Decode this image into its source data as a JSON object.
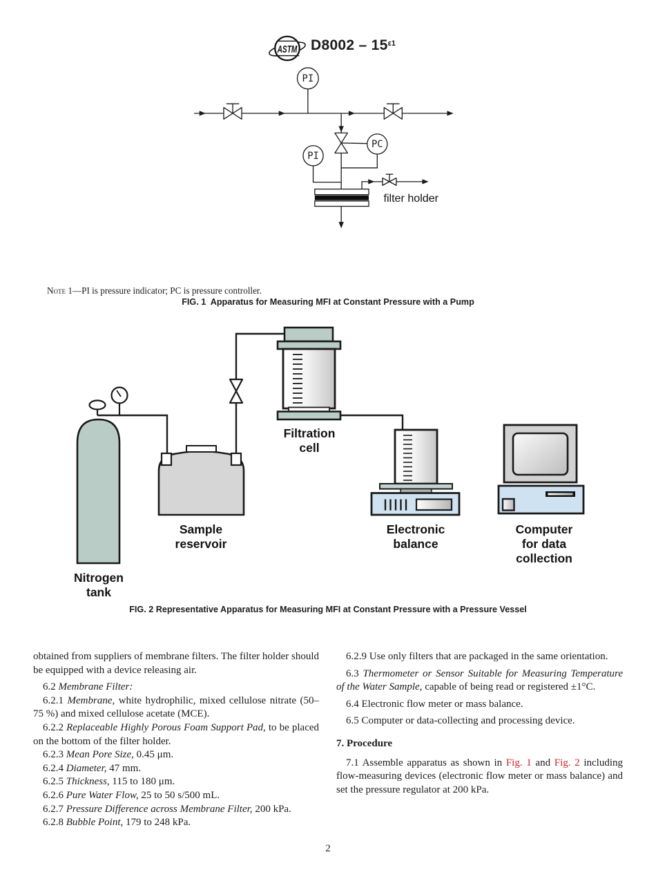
{
  "header": {
    "logo_name": "astm-logo",
    "logo_text": "ASTM",
    "designation": "D8002 – 15",
    "designation_sup": "ε1"
  },
  "fig1": {
    "pi_top": "PI",
    "pi_left": "PI",
    "pc": "PC",
    "filter_holder_label": "filter holder",
    "note_segments": [
      {
        "t": "Note 1",
        "s": "sc"
      },
      {
        "t": "—PI is pressure indicator; PC is pressure controller.",
        "s": "n"
      }
    ],
    "caption": "FIG. 1  Apparatus for Measuring MFI at Constant Pressure with a Pump"
  },
  "fig2": {
    "labels": {
      "nitrogen_tank": [
        "Nitrogen",
        "tank"
      ],
      "sample_reservoir": [
        "Sample",
        "reservoir"
      ],
      "filtration_cell": [
        "Filtration",
        "cell"
      ],
      "electronic_balance": [
        "Electronic",
        "balance"
      ],
      "computer": [
        "Computer",
        "for data",
        "collection"
      ]
    },
    "caption": "FIG. 2 Representative Apparatus for Measuring MFI at Constant Pressure with a Pressure Vessel"
  },
  "body": {
    "left": [
      {
        "cls": "cont",
        "seg": [
          {
            "t": "obtained from suppliers of membrane filters. The filter holder should be equipped with a device releasing air.",
            "s": "n"
          }
        ]
      },
      {
        "cls": "p",
        "seg": [
          {
            "t": "6.2 ",
            "s": "n"
          },
          {
            "t": "Membrane Filter:",
            "s": "i"
          }
        ]
      },
      {
        "cls": "tight",
        "seg": [
          {
            "t": "6.2.1 ",
            "s": "n"
          },
          {
            "t": "Membrane,",
            "s": "i"
          },
          {
            "t": " white hydrophilic, mixed cellulose nitrate (50–75 %) and mixed cellulose acetate (MCE).",
            "s": "n"
          }
        ]
      },
      {
        "cls": "tight",
        "seg": [
          {
            "t": "6.2.2 ",
            "s": "n"
          },
          {
            "t": "Replaceable Highly Porous Foam Support Pad,",
            "s": "i"
          },
          {
            "t": " to be placed on the bottom of the filter holder.",
            "s": "n"
          }
        ]
      },
      {
        "cls": "tight",
        "seg": [
          {
            "t": "6.2.3 ",
            "s": "n"
          },
          {
            "t": "Mean Pore Size,",
            "s": "i"
          },
          {
            "t": " 0.45 μm.",
            "s": "n"
          }
        ]
      },
      {
        "cls": "tight",
        "seg": [
          {
            "t": "6.2.4 ",
            "s": "n"
          },
          {
            "t": "Diameter,",
            "s": "i"
          },
          {
            "t": " 47 mm.",
            "s": "n"
          }
        ]
      },
      {
        "cls": "tight",
        "seg": [
          {
            "t": "6.2.5 ",
            "s": "n"
          },
          {
            "t": "Thickness,",
            "s": "i"
          },
          {
            "t": " 115 to 180 μm.",
            "s": "n"
          }
        ]
      },
      {
        "cls": "tight",
        "seg": [
          {
            "t": "6.2.6 ",
            "s": "n"
          },
          {
            "t": "Pure Water Flow,",
            "s": "i"
          },
          {
            "t": " 25 to 50 s/500 mL.",
            "s": "n"
          }
        ]
      },
      {
        "cls": "tight",
        "seg": [
          {
            "t": "6.2.7 ",
            "s": "n"
          },
          {
            "t": "Pressure Difference across Membrane Filter,",
            "s": "i"
          },
          {
            "t": " 200 kPa.",
            "s": "n"
          }
        ]
      },
      {
        "cls": "tight",
        "seg": [
          {
            "t": "6.2.8 ",
            "s": "n"
          },
          {
            "t": "Bubble Point,",
            "s": "i"
          },
          {
            "t": " 179 to 248 kPa.",
            "s": "n"
          }
        ]
      }
    ],
    "right": [
      {
        "cls": "cont_first",
        "seg": [
          {
            "t": "6.2.9 Use only filters that are packaged in the same orien­tation.",
            "s": "n"
          }
        ]
      },
      {
        "cls": "p",
        "seg": [
          {
            "t": "6.3 ",
            "s": "n"
          },
          {
            "t": "Thermometer or Sensor Suitable for Measuring Tem­perature of the Water Sample,",
            "s": "i"
          },
          {
            "t": " capable of being read or registered ±1°C.",
            "s": "n"
          }
        ]
      },
      {
        "cls": "p",
        "seg": [
          {
            "t": "6.4 Electronic flow meter or mass balance.",
            "s": "n"
          }
        ]
      },
      {
        "cls": "p",
        "seg": [
          {
            "t": "6.5 Computer or data-collecting and processing device.",
            "s": "n"
          }
        ]
      },
      {
        "cls": "head",
        "seg": [
          {
            "t": "7. Procedure",
            "s": "n"
          }
        ]
      },
      {
        "cls": "p",
        "seg": [
          {
            "t": "7.1 Assemble apparatus as shown in ",
            "s": "n"
          },
          {
            "t": "Fig. 1",
            "s": "red"
          },
          {
            "t": " and ",
            "s": "n"
          },
          {
            "t": "Fig. 2",
            "s": "red"
          },
          {
            "t": " including flow-measuring devices (electronic flow meter or mass balance) and set the pressure regulator at 200 kPa.",
            "s": "n"
          }
        ]
      }
    ]
  },
  "footer": {
    "page_number": "2"
  },
  "colors": {
    "accent_red": "#c8232b",
    "teal_fill": "#b9cdc6",
    "light_blue_fill": "#cfe2f2",
    "gray_fill": "#d6d6d6"
  }
}
